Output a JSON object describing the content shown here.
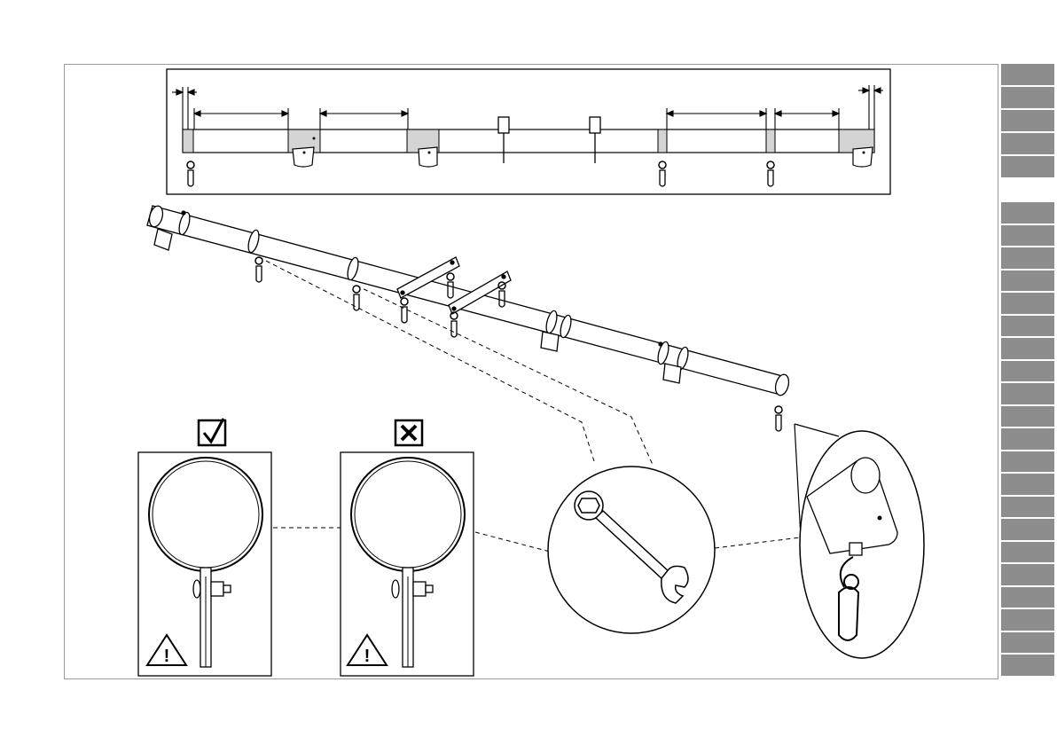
{
  "sidebar": {
    "top_tabs": 5,
    "bottom_tabs": 21
  },
  "panels": {
    "correct": {
      "icon": "check-box-icon",
      "warning": "warning-triangle-icon"
    },
    "incorrect": {
      "icon": "cross-box-icon",
      "warning": "warning-triangle-icon"
    }
  },
  "details": {
    "wrench": "combination-wrench-icon",
    "end_cap": "end-cap-hook-detail"
  },
  "colors": {
    "frame": "#9a9a9a",
    "tab": "#8d8d8d",
    "clamp_fill": "#d4d4d4",
    "line": "#000000"
  }
}
